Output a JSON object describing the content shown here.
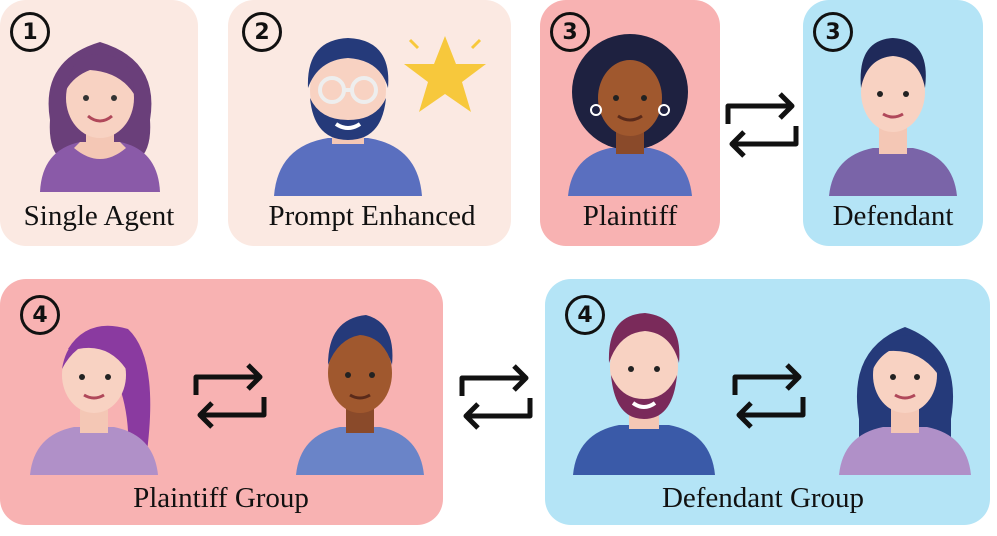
{
  "panels": {
    "single_agent": {
      "badge": "1",
      "label": "Single Agent"
    },
    "prompt_enhanced": {
      "badge": "2",
      "label": "Prompt Enhanced"
    },
    "plaintiff": {
      "badge": "3",
      "label": "Plaintiff"
    },
    "defendant": {
      "badge": "3",
      "label": "Defendant"
    },
    "plaintiff_group": {
      "badge": "4",
      "label": "Plaintiff Group"
    },
    "defendant_group": {
      "badge": "4",
      "label": "Defendant Group"
    }
  },
  "icons": [
    "woman-avatar-icon",
    "bearded-man-glasses-avatar-icon",
    "star-icon",
    "curly-woman-avatar-icon",
    "man-avatar-icon",
    "exchange-arrows-icon"
  ],
  "colors": {
    "panel_light": "#fbe9e2",
    "panel_pink": "#f8b2b2",
    "panel_blue": "#b4e4f6",
    "ink": "#111111"
  }
}
